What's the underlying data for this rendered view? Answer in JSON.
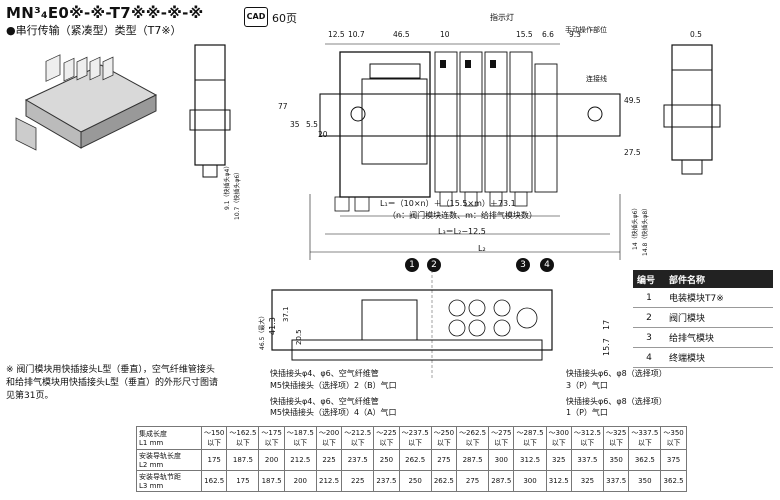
{
  "header": {
    "title": "MN³₄E0※-※-T7※※-※-※",
    "subtitle": "●串行传输（紧凑型）类型（T7※）",
    "cad_badge": "CAD",
    "cad_page": "60页"
  },
  "drawing": {
    "top_dims": [
      "12.5",
      "10.7",
      "46.5",
      "10",
      "15.5",
      "6.6",
      "9.3",
      "0.5"
    ],
    "callouts": {
      "indicator": "指示灯",
      "manual": "手动操作部位",
      "connector": "连接线"
    },
    "side_dims": [
      "77",
      "35",
      "5.5",
      "20",
      "49.5",
      "27.5"
    ],
    "vertical_left": [
      "9.1（快插头φ4）",
      "10.7（快插头φ6）"
    ],
    "vertical_right": [
      "14（快插头φ6）",
      "14.8（快插头φ8）"
    ],
    "l1_formula": "L₁＝（10×n）＋（15.5×m）＋73.1",
    "l1_note": "（n：阀门模块连数、m：给排气模块数）",
    "l3_formula": "L₃＝L₂−12.5",
    "l2": "L₂",
    "bottom_dims_left": [
      "46.5（最大）",
      "41.3",
      "37.1",
      "20.5"
    ],
    "bottom_dims_right": [
      "17",
      "15.7"
    ],
    "item_numbers": [
      "1",
      "2",
      "3",
      "4"
    ],
    "port_labels_left": [
      "快插接头φ4、φ6、空气纤维管",
      "M5快插接头（选择项）2（B）气口",
      "快插接头φ4、φ6、空气纤维管",
      "M5快插接头（选择项）4（A）气口"
    ],
    "port_labels_right": [
      "快插接头φ6、φ8（选择项）",
      "3（P）气口",
      "快插接头φ6、φ8（选择项）",
      "1（P）气口"
    ]
  },
  "parts_table": {
    "headers": [
      "编号",
      "部件名称"
    ],
    "rows": [
      [
        "1",
        "电装模块T7※"
      ],
      [
        "2",
        "阀门模块"
      ],
      [
        "3",
        "给排气模块"
      ],
      [
        "4",
        "终端模块"
      ]
    ]
  },
  "note": "※ 阀门模块用快插接头L型（垂直），空气纤维管接头和给排气模块用快插接头L型（垂直）的外形尺寸图请见第31页。",
  "length_table": {
    "row_labels": [
      [
        "集成长度",
        "L1 mm"
      ],
      [
        "安装导轨长度",
        "L2 mm"
      ],
      [
        "安装导轨节距",
        "L3 mm"
      ]
    ],
    "l1": [
      [
        "～150",
        "以下"
      ],
      [
        "～162.5",
        "以下"
      ],
      [
        "～175",
        "以下"
      ],
      [
        "～187.5",
        "以下"
      ],
      [
        "～200",
        "以下"
      ],
      [
        "～212.5",
        "以下"
      ],
      [
        "～225",
        "以下"
      ],
      [
        "～237.5",
        "以下"
      ],
      [
        "～250",
        "以下"
      ],
      [
        "～262.5",
        "以下"
      ],
      [
        "～275",
        "以下"
      ],
      [
        "～287.5",
        "以下"
      ],
      [
        "～300",
        "以下"
      ],
      [
        "～312.5",
        "以下"
      ],
      [
        "～325",
        "以下"
      ],
      [
        "～337.5",
        "以下"
      ],
      [
        "～350",
        "以下"
      ]
    ],
    "l2": [
      "175",
      "187.5",
      "200",
      "212.5",
      "225",
      "237.5",
      "250",
      "262.5",
      "275",
      "287.5",
      "300",
      "312.5",
      "325",
      "337.5",
      "350",
      "362.5",
      "375"
    ],
    "l3": [
      "162.5",
      "175",
      "187.5",
      "200",
      "212.5",
      "225",
      "237.5",
      "250",
      "262.5",
      "275",
      "287.5",
      "300",
      "312.5",
      "325",
      "337.5",
      "350",
      "362.5"
    ]
  }
}
